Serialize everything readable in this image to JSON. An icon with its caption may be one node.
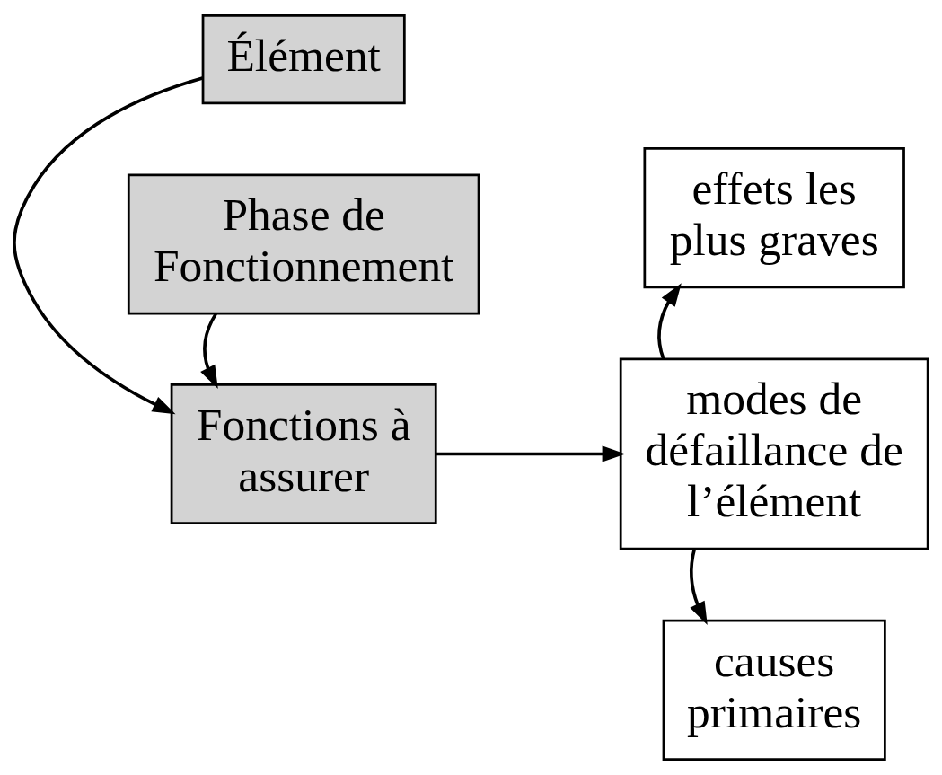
{
  "diagram": {
    "nodes": [
      {
        "text": [
          "Élément"
        ]
      },
      {
        "text": [
          "Fonctions à assurer"
        ]
      },
      {
        "text": [
          "Phase de Fonctionnement"
        ]
      },
      {
        "text": [
          "effets les plus graves"
        ]
      },
      {
        "text": [
          "modes de défaillance de l’élément"
        ]
      },
      {
        "text": [
          "causes primaires"
        ]
      }
    ],
    "edges": [
      {
        "from": 0,
        "to": 1,
        "arrow": "to"
      },
      {
        "from": 2,
        "to": 1,
        "arrow": "to"
      },
      {
        "from": 1,
        "to": 4,
        "arrow": "to"
      },
      {
        "from": 4,
        "to": 3,
        "arrow": "to"
      },
      {
        "from": 4,
        "to": 5,
        "arrow": "to"
      }
    ]
  }
}
